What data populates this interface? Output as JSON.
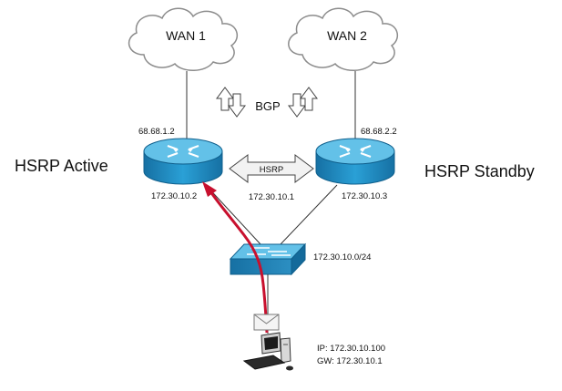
{
  "wan": {
    "left": {
      "label": "WAN 1"
    },
    "right": {
      "label": "WAN 2"
    }
  },
  "bgp": {
    "label": "BGP"
  },
  "routers": {
    "active": {
      "role": "HSRP Active",
      "wan_ip": "68.68.1.2",
      "lan_ip": "172.30.10.2"
    },
    "standby": {
      "role": "HSRP Standby",
      "wan_ip": "68.68.2.2",
      "lan_ip": "172.30.10.3"
    }
  },
  "hsrp_link": {
    "label": "HSRP",
    "virtual_ip": "172.30.10.1"
  },
  "switch": {
    "subnet": "172.30.10.0/24"
  },
  "host": {
    "ip": "IP: 172.30.10.100",
    "gw": "GW: 172.30.10.1"
  },
  "colors": {
    "router_body": "#1f8fc4",
    "router_top": "#63c1e8",
    "cloud_stroke": "#8c8c8c",
    "traffic_path": "#c8102e",
    "link": "#333333"
  },
  "icons": {
    "router": "router-icon",
    "switch": "switch-icon",
    "host": "workstation-icon",
    "packet": "envelope-icon",
    "cloud": "cloud-icon"
  }
}
